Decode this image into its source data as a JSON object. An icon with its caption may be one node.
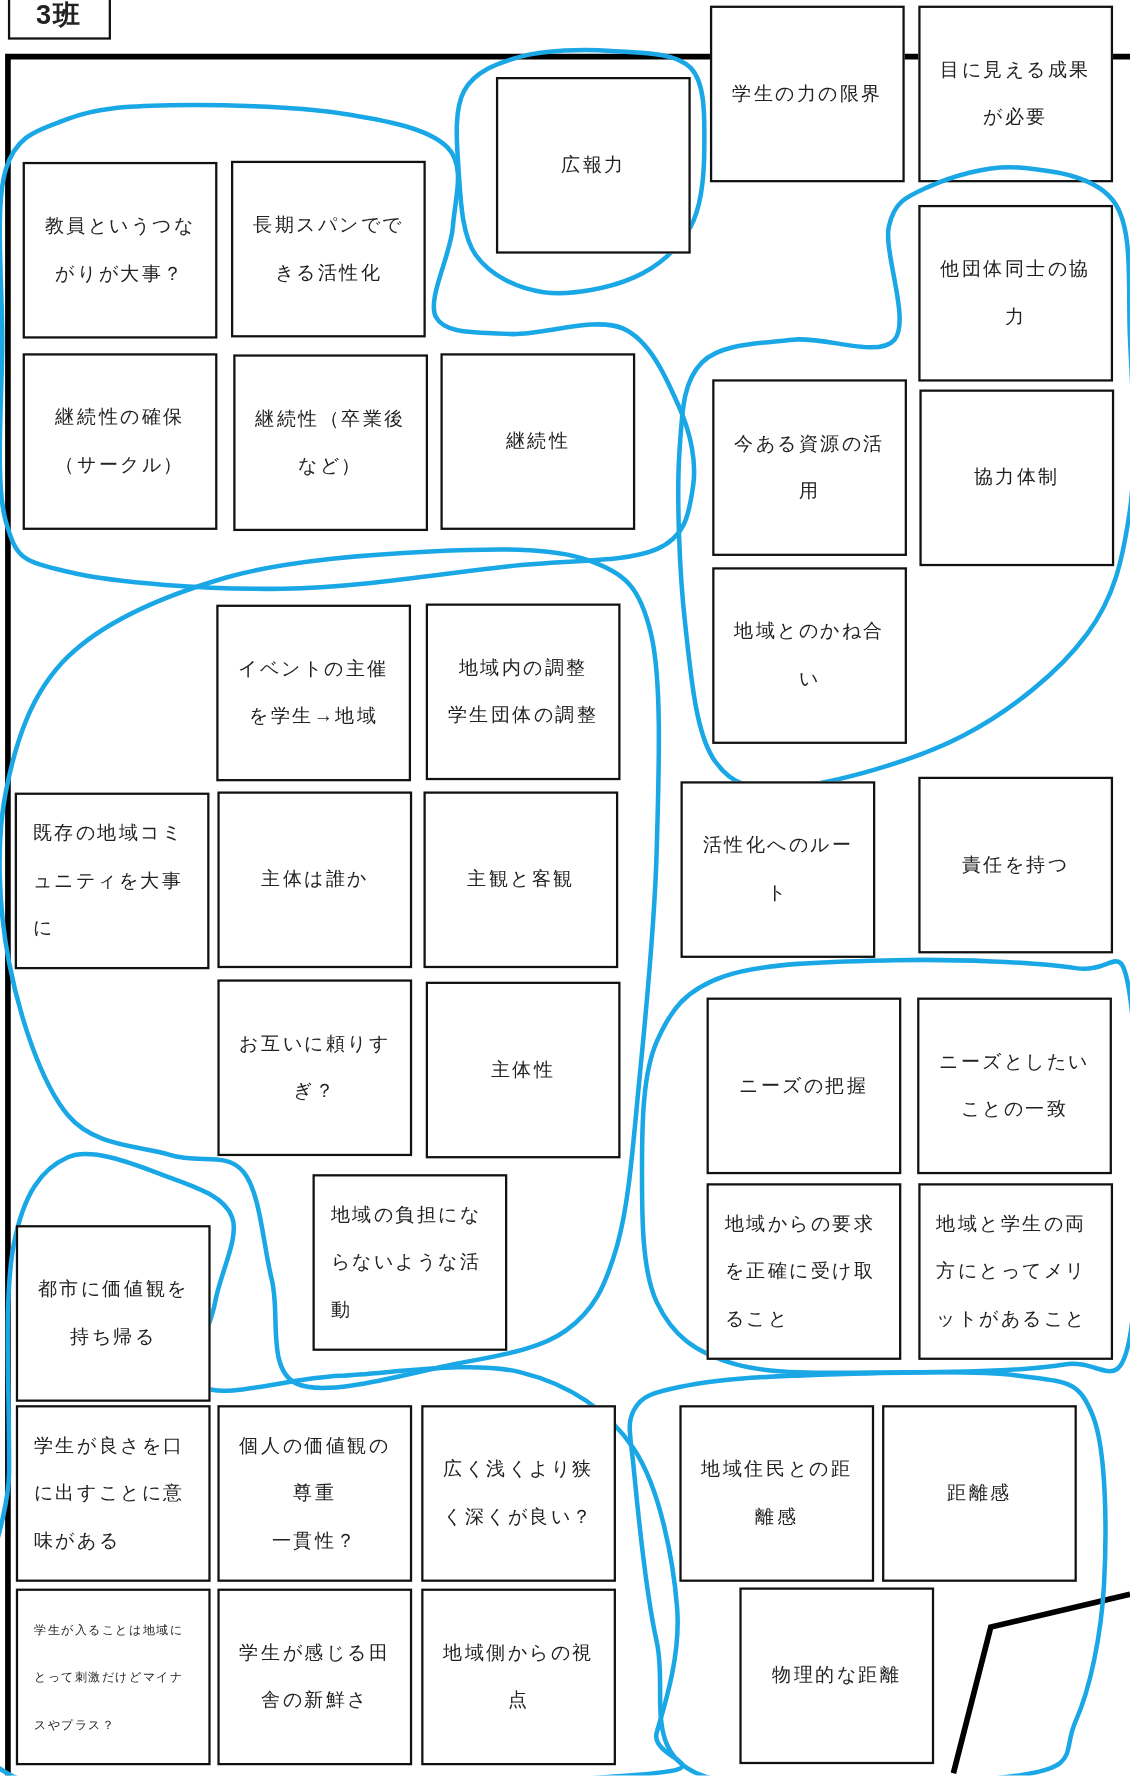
{
  "diagram": {
    "nodes": [
      {
        "text": [
          "3班"
        ]
      },
      {
        "text": [],
        "shape": "loop"
      },
      {
        "text": [
          "広報力"
        ],
        "in": 1
      },
      {
        "text": [
          "学生の力の限界"
        ]
      },
      {
        "text": [
          "目に見える成果が必要"
        ]
      },
      {
        "text": [],
        "shape": "loop"
      },
      {
        "text": [
          "教員というつながりが大事？"
        ],
        "in": 5
      },
      {
        "text": [
          "長期スパンでできる活性化"
        ],
        "in": 5
      },
      {
        "text": [
          "継続性の確保（サークル）"
        ],
        "in": 5
      },
      {
        "text": [
          "継続性（卒業後など）"
        ],
        "in": 5
      },
      {
        "text": [
          "継続性"
        ],
        "in": 5
      },
      {
        "text": [],
        "shape": "loop"
      },
      {
        "text": [
          "他団体同士の協力"
        ],
        "in": 11
      },
      {
        "text": [
          "今ある資源の活用"
        ],
        "in": 11
      },
      {
        "text": [
          "協力体制"
        ],
        "in": 11
      },
      {
        "text": [
          "地域とのかね合い"
        ],
        "in": 11
      },
      {
        "text": [],
        "shape": "loop"
      },
      {
        "text": [
          "イベントの主催を学生→地域"
        ],
        "in": 16
      },
      {
        "text": [
          "地域内の調整",
          "学生団体の調整"
        ],
        "in": 16
      },
      {
        "text": [
          "既存の地域コミュニティを大事に"
        ],
        "in": 16
      },
      {
        "text": [
          "主体は誰か"
        ],
        "in": 16
      },
      {
        "text": [
          "主観と客観"
        ],
        "in": 16
      },
      {
        "text": [
          "活性化へのルート"
        ]
      },
      {
        "text": [
          "責任を持つ"
        ]
      },
      {
        "text": [
          "お互いに頼りすぎ？"
        ],
        "in": 16
      },
      {
        "text": [
          "主体性"
        ],
        "in": 16
      },
      {
        "text": [],
        "shape": "loop"
      },
      {
        "text": [
          "ニーズの把握"
        ],
        "in": 26
      },
      {
        "text": [
          "ニーズとしたいことの一致"
        ],
        "in": 26
      },
      {
        "text": [
          "地域の負担にならないような活動"
        ],
        "in": 16
      },
      {
        "text": [
          "地域からの要求を正確に受け取ること"
        ],
        "in": 26
      },
      {
        "text": [
          "地域と学生の両方にとってメリットがあること"
        ],
        "in": 26
      },
      {
        "text": [],
        "shape": "loop"
      },
      {
        "text": [
          "都市に価値観を持ち帰る"
        ],
        "in": 32
      },
      {
        "text": [
          "学生が良さを口に出すことに意味がある"
        ],
        "in": 32
      },
      {
        "text": [
          "個人の価値観の尊重",
          "一貫性？"
        ],
        "in": 32
      },
      {
        "text": [
          "広く浅くより狭く深くが良い？"
        ],
        "in": 32
      },
      {
        "text": [],
        "shape": "loop"
      },
      {
        "text": [
          "地域住民との距離感"
        ],
        "in": 37
      },
      {
        "text": [
          "距離感"
        ],
        "in": 37
      },
      {
        "text": [
          "学生が入ることは地域にとって刺激だけどマイナスやプラス？"
        ],
        "in": 32
      },
      {
        "text": [
          "学生が感じる田舎の新鮮さ"
        ],
        "in": 32
      },
      {
        "text": [
          "地域側からの視点"
        ],
        "in": 32
      },
      {
        "text": [
          "物理的な距離"
        ],
        "in": 37
      }
    ],
    "edges": []
  }
}
